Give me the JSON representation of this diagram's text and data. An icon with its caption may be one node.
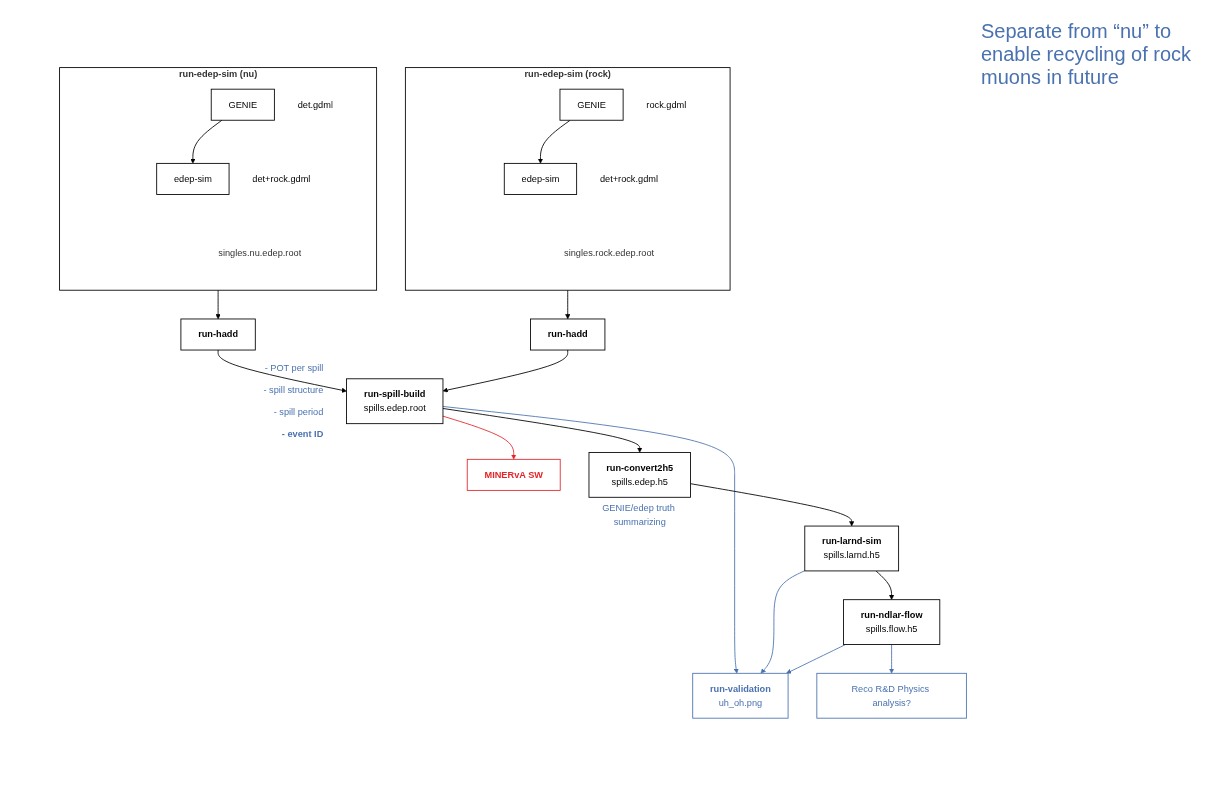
{
  "diagram": {
    "nodes": [
      {
        "text": [
          "run-edep-sim (nu)",
          "singles.nu.edep.root"
        ]
      },
      {
        "text": [
          "GENIE"
        ],
        "in": 0,
        "beside": [
          "det.gdml"
        ]
      },
      {
        "text": [
          "edep-sim"
        ],
        "in": 0,
        "beside": [
          "det+rock.gdml"
        ]
      },
      {
        "text": [
          "run-edep-sim (rock)",
          "singles.rock.edep.root"
        ]
      },
      {
        "text": [
          "GENIE"
        ],
        "in": 3,
        "beside": [
          "rock.gdml"
        ]
      },
      {
        "text": [
          "edep-sim"
        ],
        "in": 3,
        "beside": [
          "det+rock.gdml"
        ]
      },
      {
        "text": [
          "run-hadd"
        ]
      },
      {
        "text": [
          "run-hadd"
        ]
      },
      {
        "text": [
          "Reco R&D Physics analysis?"
        ]
      },
      {
        "text": [
          "run-spill-build",
          "spills.edep.root"
        ],
        "beside": [
          "- POT per spill",
          "- spill structure",
          "- spill period",
          "**- event ID**"
        ]
      },
      {
        "text": [
          "run-validation",
          "uh_oh.png"
        ]
      },
      {
        "text": [
          "MINERvA SW"
        ]
      },
      {
        "text": [
          "run-convert2h5",
          "spills.edep.h5"
        ],
        "beside": [
          "GENIE/edep truth summarizing"
        ]
      },
      {
        "text": [
          "run-larnd-sim",
          "spills.larnd.h5"
        ]
      },
      {
        "text": [
          "run-ndlar-flow",
          "spills.flow.h5"
        ]
      }
    ],
    "edges": [
      {
        "from": 1,
        "to": 2,
        "arrow": "to"
      },
      {
        "from": 4,
        "to": 5,
        "arrow": "to"
      },
      {
        "from": 0,
        "to": 6,
        "arrow": "to"
      },
      {
        "from": 3,
        "to": 7,
        "arrow": "to"
      },
      {
        "from": 6,
        "to": 9,
        "arrow": "to"
      },
      {
        "from": 7,
        "to": 9,
        "arrow": "to"
      },
      {
        "from": 9,
        "to": 10,
        "arrow": "to",
        "color": "#4a72b0"
      },
      {
        "from": 9,
        "to": 11,
        "arrow": "to",
        "color": "#e3262a"
      },
      {
        "from": 9,
        "to": 12,
        "arrow": "to"
      },
      {
        "from": 12,
        "to": 13,
        "arrow": "to"
      },
      {
        "from": 13,
        "to": 14,
        "arrow": "to"
      },
      {
        "from": 13,
        "to": 10,
        "arrow": "to",
        "color": "#4a72b0"
      },
      {
        "from": 14,
        "to": 10,
        "arrow": "to",
        "color": "#4a72b0"
      },
      {
        "from": 14,
        "to": 8,
        "arrow": "to",
        "color": "#4a72b0"
      }
    ],
    "labels": [
      "Separate from “nu” to enable recycling of rock muons in future"
    ]
  }
}
